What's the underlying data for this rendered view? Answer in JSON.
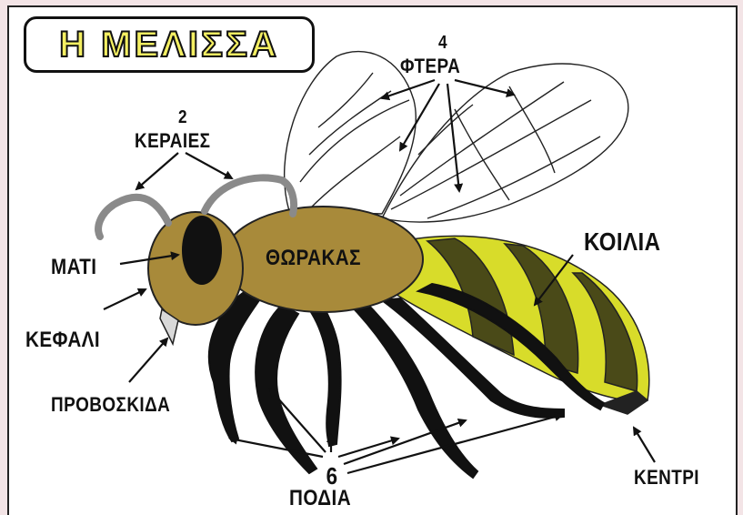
{
  "title": "Η ΜΕΛΙΣΣΑ",
  "labels": {
    "wings_count": "4",
    "wings": "ΦΤΕΡΑ",
    "antennae_count": "2",
    "antennae": "ΚΕΡΑΙΕΣ",
    "eye": "ΜΑΤΙ",
    "head": "ΚΕΦΑΛΙ",
    "proboscis": "ΠΡΟΒΟΣΚΙΔΑ",
    "thorax": "ΘΩΡΑΚΑΣ",
    "abdomen": "ΚΟΙΛΙΑ",
    "legs_count": "6",
    "legs": "ΠΟΔΙΑ",
    "stinger": "ΚΕΝΤΡΙ"
  },
  "colors": {
    "background": "#f3e4e6",
    "title_fill": "#f4ef62",
    "head_thorax": "#a88a3a",
    "abdomen_yellow": "#d8dc2a",
    "abdomen_dark": "#4a4a18",
    "legs": "#111111",
    "antennae": "#8a8a8a"
  }
}
